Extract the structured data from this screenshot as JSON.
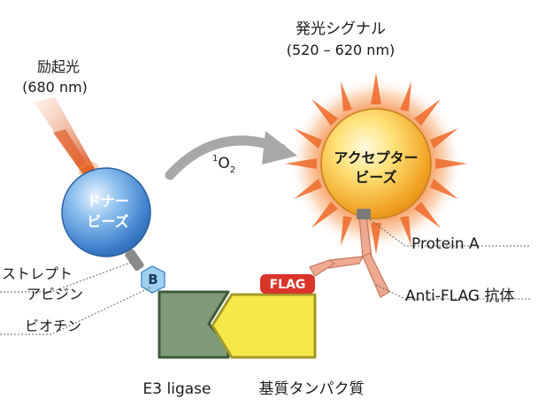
{
  "excitation": {
    "title": "励起光",
    "wavelength": "(680 nm)"
  },
  "emission": {
    "title": "発光シグナル",
    "wavelength": "(520 – 620 nm)"
  },
  "donor": {
    "line1": "ドナー",
    "line2": "ビーズ"
  },
  "acceptor": {
    "line1": "アクセプター",
    "line2": "ビーズ"
  },
  "singlet_oxygen": {
    "sup": "1",
    "base": "O",
    "sub": "2"
  },
  "labels": {
    "streptavidin_1": "ストレプト",
    "streptavidin_2": "アビジン",
    "biotin": "ビオチン",
    "biotin_badge": "B",
    "flag_tag": "FLAG",
    "protein_a": "Protein A",
    "anti_flag": "Anti-FLAG 抗体",
    "e3_ligase": "E3 ligase",
    "substrate": "基質タンパク質"
  },
  "colors": {
    "donor_bead": "#4a8fd8",
    "acceptor_bead": "#f4a623",
    "e3_fill": "#7f9a78",
    "substrate_fill": "#f7e84a",
    "flag_red": "#d9352a",
    "antibody": "#e6a48c",
    "arrow_gray": "#a8a8a8"
  }
}
